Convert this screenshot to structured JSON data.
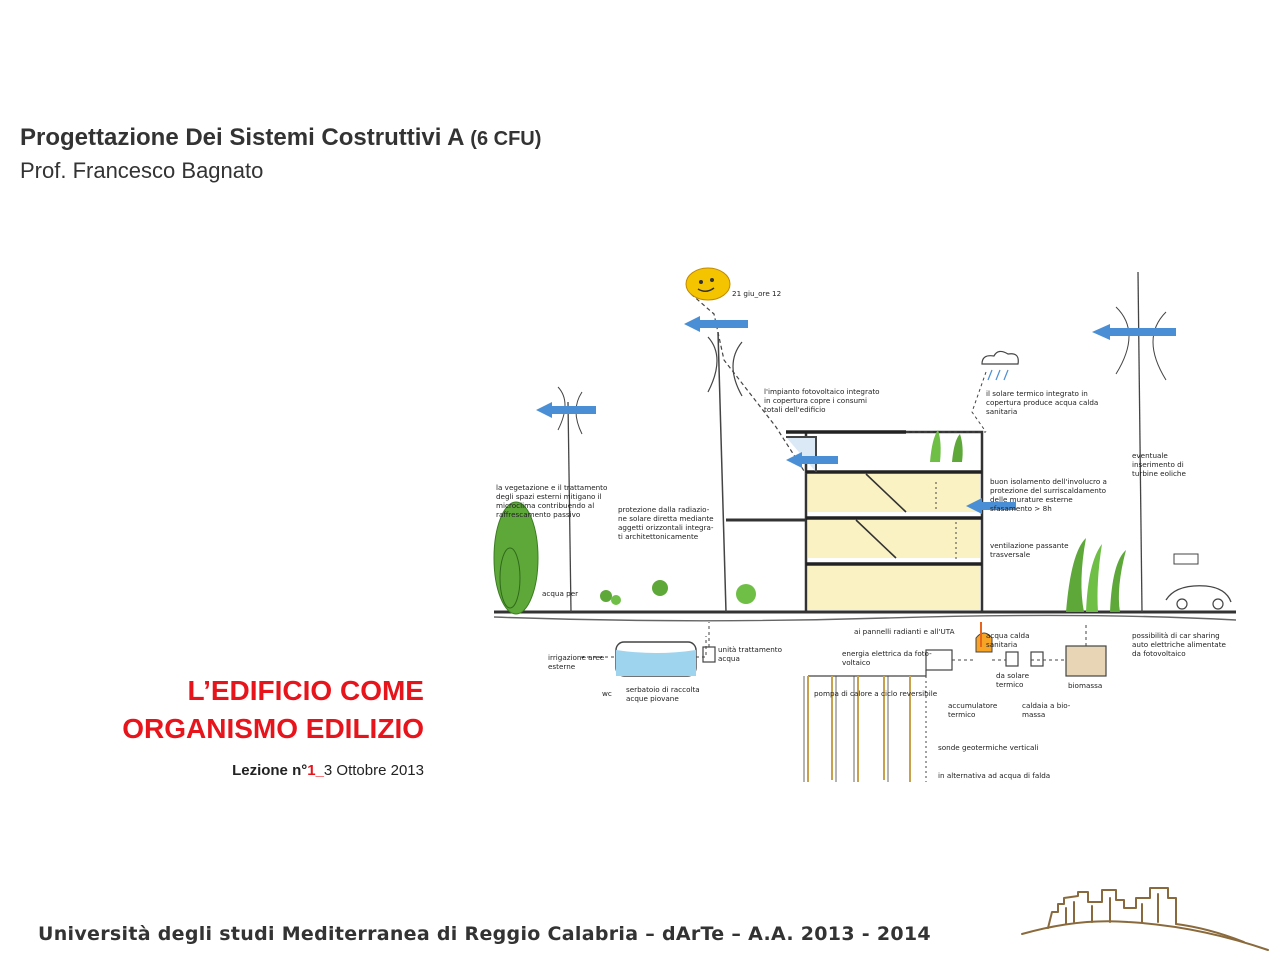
{
  "header": {
    "course_title": "Progettazione Dei Sistemi Costruttivi A",
    "course_credits": "(6 CFU)",
    "professor": "Prof. Francesco Bagnato"
  },
  "lesson": {
    "topic_line1": "L’EDIFICIO COME",
    "topic_line2": "ORGANISMO EDILIZIO",
    "label": "Lezione n°",
    "number": "1",
    "separator": "_",
    "date": "3 Ottobre 2013"
  },
  "illustration": {
    "sun_label": "21 giu_ore 12",
    "annotations": {
      "pv": [
        "l'impianto fotovoltaico integrato",
        "in copertura copre i consumi",
        "totali dell'edificio"
      ],
      "solar": [
        "il solare termico integrato in",
        "copertura produce acqua calda",
        "sanitaria"
      ],
      "wind": [
        "eventuale",
        "inserimento di",
        "turbine eoliche"
      ],
      "vegetation": [
        "la vegetazione e il trattamento",
        "degli spazi esterni mitigano il",
        "microclima contribuendo al",
        "raffrescamento passivo"
      ],
      "shading": [
        "protezione dalla radiazio-",
        "ne solare diretta mediante",
        "aggetti orizzontali integra-",
        "ti architettonicamente"
      ],
      "envelope": [
        "buon isolamento dell'involucro a",
        "protezione del surriscaldamento",
        "delle murature esterne",
        "sfasamento > 8h"
      ],
      "ventilation": [
        "ventilazione passante",
        "trasversale"
      ],
      "per": "acqua per",
      "irrigation": [
        "irrigazione aree",
        "esterne"
      ],
      "wc": "wc",
      "tank": [
        "serbatoio di raccolta",
        "acque piovane"
      ],
      "treatment": [
        "unità trattamento",
        "acqua"
      ],
      "panels": "ai pannelli radianti e all'UTA",
      "electric": [
        "energia elettrica da foto-",
        "voltaico"
      ],
      "hotwater": [
        "acqua calda",
        "sanitaria"
      ],
      "fromsolar": [
        "da solare",
        "termico"
      ],
      "biomass": "biomassa",
      "carsharing": [
        "possibilità di car sharing",
        "auto elettriche alimentate",
        "da fotovoltaico"
      ],
      "heatpump": "pompa di calore a ciclo reversibile",
      "accumulator": [
        "accumulatore",
        "termico"
      ],
      "boiler": [
        "caldaia a bio-",
        "massa"
      ],
      "probes": "sonde geotermiche verticali",
      "groundwater": "in alternativa ad acqua di falda"
    }
  },
  "footer": {
    "text": "Università degli studi Mediterranea di Reggio Calabria  –  dArTe  –  A.A. 2013 - 2014"
  },
  "colors": {
    "accent_red": "#e8141c",
    "text_dark": "#333333",
    "logo_brown": "#8a6a3c",
    "sun_yellow": "#f5c400",
    "wind_blue": "#4a8fd6",
    "plant_green": "#5ea83a",
    "glazing_yellow": "#fbf2c4"
  }
}
